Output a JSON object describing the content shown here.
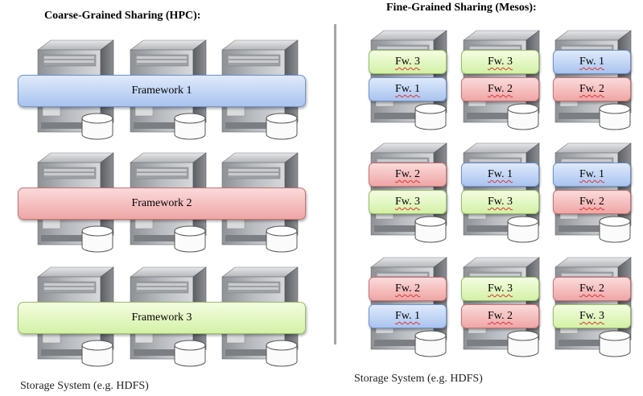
{
  "left_title": "Coarse-Grained  Sharing  (HPC):",
  "right_title": "Fine-Grained Sharing (Mesos):",
  "left_footer": "Storage System  (e.g. HDFS)",
  "right_footer": "Storage System  (e.g. HDFS)",
  "frameworks": [
    "Framework 1",
    "Framework 2",
    "Framework 3"
  ],
  "fine_grained": [
    [
      "Fw. 3",
      "Fw. 1",
      "Fw. 3",
      "Fw. 2",
      "Fw. 1",
      "Fw. 2"
    ],
    [
      "Fw. 2",
      "Fw. 3",
      "Fw. 1",
      "Fw. 3",
      "Fw. 1",
      "Fw. 2"
    ],
    [
      "Fw. 2",
      "Fw. 1",
      "Fw. 3",
      "Fw. 2",
      "Fw. 2",
      "Fw. 3"
    ]
  ],
  "colors": {
    "framework_1": "#a9c4ef",
    "framework_2": "#efa6a6",
    "framework_3": "#d4f1a6",
    "divider": "#a6a6a6"
  }
}
